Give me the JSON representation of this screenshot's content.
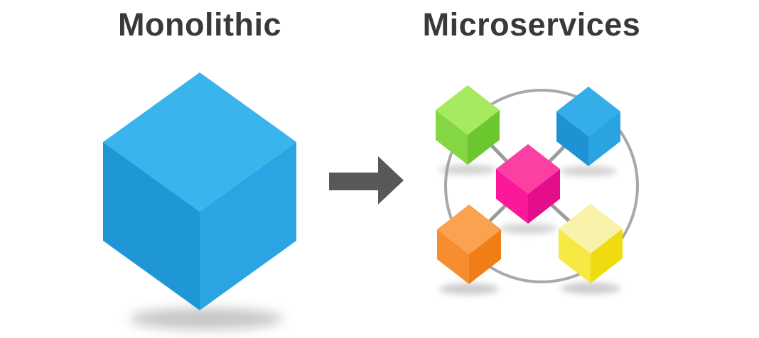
{
  "titles": {
    "monolithic": "Monolithic",
    "microservices": "Microservices"
  },
  "style": {
    "background": "#ffffff",
    "title_color": "#39393b",
    "arrow_color": "#58585a",
    "ring_color": "#a8a8a8",
    "link_color": "#9b9b9b",
    "shadow_color": "#8f8f8f"
  },
  "monolith_cube": {
    "name": "monolith-cube",
    "top": "#3ab4ec",
    "left": "#1f96d6",
    "right": "#2aa4e2"
  },
  "service_cubes": [
    {
      "name": "green-service-cube",
      "position": "top-left",
      "top": "#a6ea5f",
      "left": "#84d742",
      "right": "#6cc72e"
    },
    {
      "name": "blue-service-cube",
      "position": "top-right",
      "top": "#34ade8",
      "left": "#1e92d2",
      "right": "#2aa3e1"
    },
    {
      "name": "magenta-service-cube",
      "position": "center",
      "top": "#fb3fa3",
      "left": "#fb1899",
      "right": "#e40e8a"
    },
    {
      "name": "orange-service-cube",
      "position": "bottom-left",
      "top": "#fba251",
      "left": "#f88d2f",
      "right": "#f07d16"
    },
    {
      "name": "yellow-service-cube",
      "position": "bottom-right",
      "top": "#f8f2ab",
      "left": "#f6e944",
      "right": "#eedc10"
    }
  ]
}
